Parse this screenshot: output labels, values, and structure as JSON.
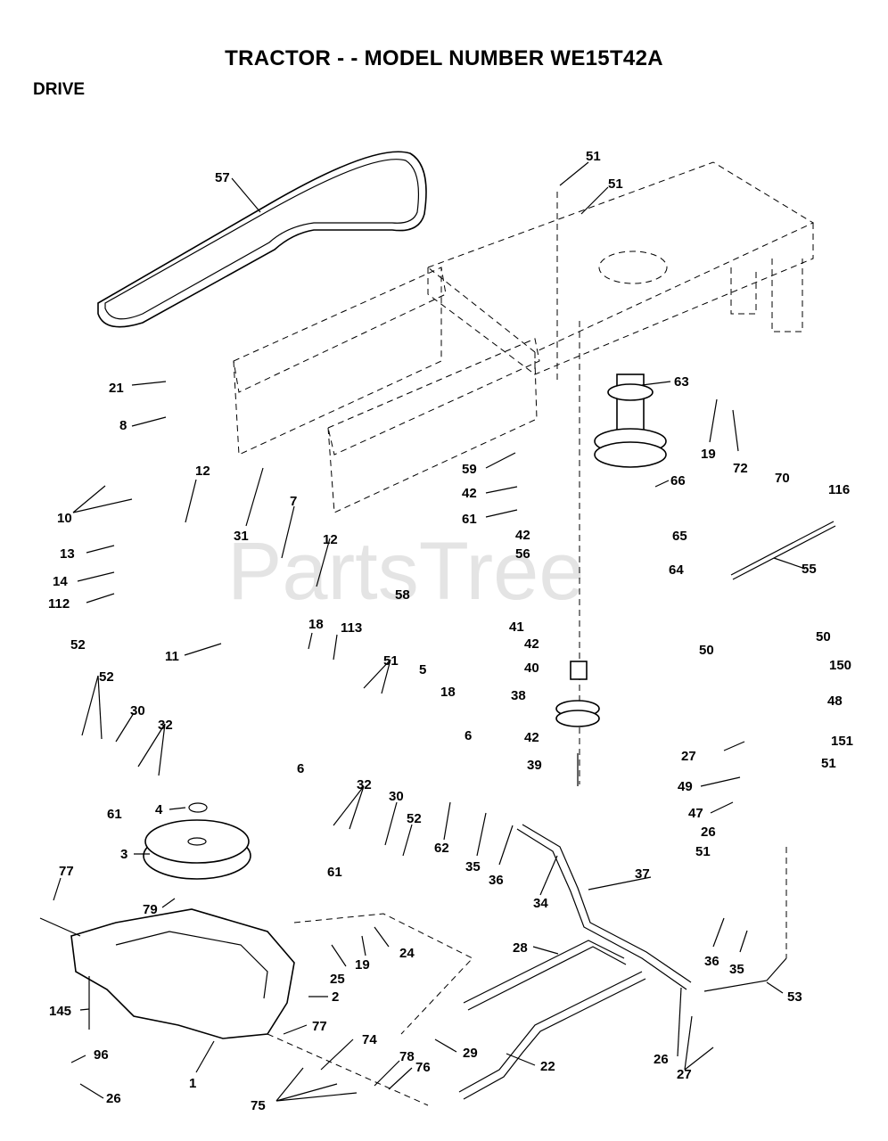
{
  "header": {
    "title": "TRACTOR - - MODEL NUMBER WE15T42A",
    "section": "DRIVE"
  },
  "watermark": "PartsTree",
  "callouts": [
    "57",
    "51",
    "51",
    "63",
    "19",
    "72",
    "70",
    "116",
    "21",
    "8",
    "12",
    "10",
    "31",
    "7",
    "59",
    "42",
    "61",
    "66",
    "13",
    "14",
    "112",
    "12",
    "58",
    "42",
    "56",
    "65",
    "64",
    "55",
    "41",
    "42",
    "40",
    "38",
    "42",
    "39",
    "52",
    "11",
    "18",
    "113",
    "51",
    "5",
    "18",
    "6",
    "6",
    "52",
    "30",
    "32",
    "61",
    "50",
    "50",
    "150",
    "48",
    "27",
    "151",
    "51",
    "49",
    "47",
    "26",
    "51",
    "4",
    "32",
    "30",
    "52",
    "62",
    "35",
    "36",
    "61",
    "37",
    "34",
    "3",
    "77",
    "79",
    "25",
    "19",
    "24",
    "28",
    "36",
    "35",
    "53",
    "2",
    "145",
    "77",
    "74",
    "29",
    "22",
    "78",
    "76",
    "96",
    "1",
    "26",
    "75",
    "26",
    "27"
  ]
}
